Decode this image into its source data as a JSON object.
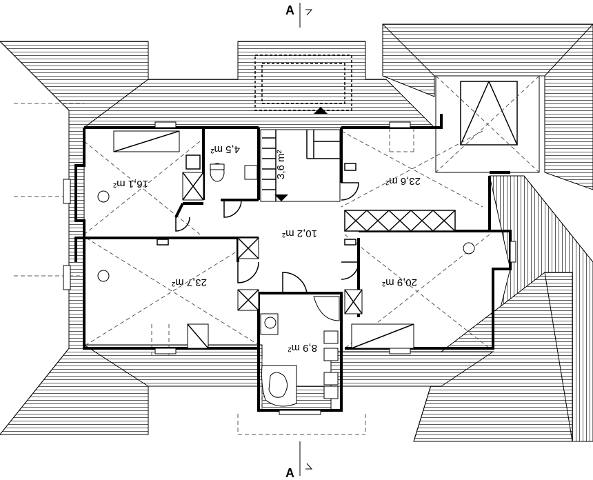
{
  "section_marks": {
    "top": "A",
    "bottom": "A"
  },
  "rooms": [
    {
      "id": "room-nw",
      "area": "16,1 m²"
    },
    {
      "id": "wc",
      "area": "4,5 m²"
    },
    {
      "id": "stair-label",
      "area": "3,6 m²"
    },
    {
      "id": "room-ne",
      "area": "23,6 m²"
    },
    {
      "id": "hall",
      "area": "10,2 m²"
    },
    {
      "id": "room-sw",
      "area": "23,7 m²"
    },
    {
      "id": "room-se",
      "area": "20,9 m²"
    },
    {
      "id": "bathroom",
      "area": "8,9 m²"
    }
  ]
}
